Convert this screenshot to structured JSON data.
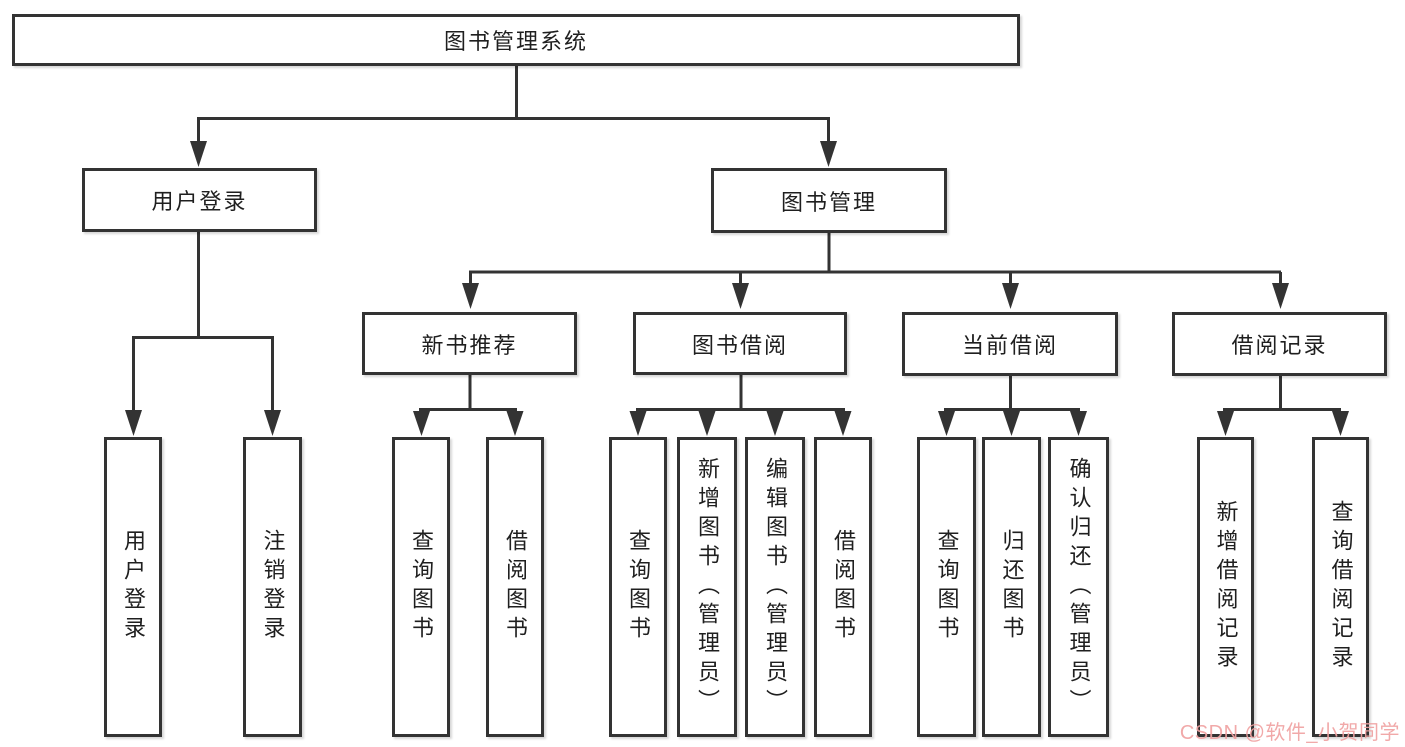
{
  "diagram": {
    "background": "#ffffff",
    "line_color": "#333333",
    "text_color": "#1f1f1f",
    "watermark": {
      "text": "CSDN @软件_小贺同学",
      "color": "#f0a2a2"
    },
    "nodes": {
      "root": "图书管理系统",
      "user_login": "用户登录",
      "book_management": "图书管理",
      "new_book_recommend": "新书推荐",
      "book_borrow": "图书借阅",
      "current_borrow": "当前借阅",
      "borrow_record": "借阅记录",
      "leaf_user_login": "用户登录",
      "leaf_logout": "注销登录",
      "leaf_query_book_1": "查询图书",
      "leaf_borrow_book_1": "借阅图书",
      "leaf_query_book_2": "查询图书",
      "leaf_add_book_admin": "新增图书（管理员）",
      "leaf_edit_book_admin": "编辑图书（管理员）",
      "leaf_borrow_book_2": "借阅图书",
      "leaf_query_book_3": "查询图书",
      "leaf_return_book": "归还图书",
      "leaf_confirm_return_admin": "确认归还（管理员）",
      "leaf_add_borrow_record": "新增借阅记录",
      "leaf_query_borrow_record": "查询借阅记录"
    },
    "hierarchy": {
      "图书管理系统": {
        "用户登录": [
          "用户登录",
          "注销登录"
        ],
        "图书管理": {
          "新书推荐": [
            "查询图书",
            "借阅图书"
          ],
          "图书借阅": [
            "查询图书",
            "新增图书（管理员）",
            "编辑图书（管理员）",
            "借阅图书"
          ],
          "当前借阅": [
            "查询图书",
            "归还图书",
            "确认归还（管理员）"
          ],
          "借阅记录": [
            "新增借阅记录",
            "查询借阅记录"
          ]
        }
      }
    }
  }
}
